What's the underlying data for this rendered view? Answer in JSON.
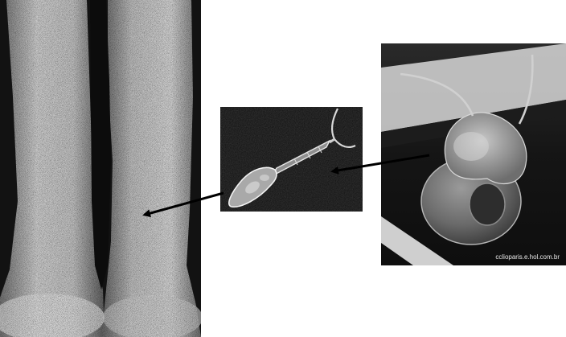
{
  "images": {
    "legs": {
      "icon": "legs-skin-photo"
    },
    "cercaria": {
      "icon": "cercaria-larva-photo"
    },
    "snail": {
      "icon": "freshwater-snail-photo",
      "credit": "cclioparis.e.hol.com.br"
    }
  },
  "colors": {
    "background": "#ffffff",
    "arrow": "#000000"
  }
}
